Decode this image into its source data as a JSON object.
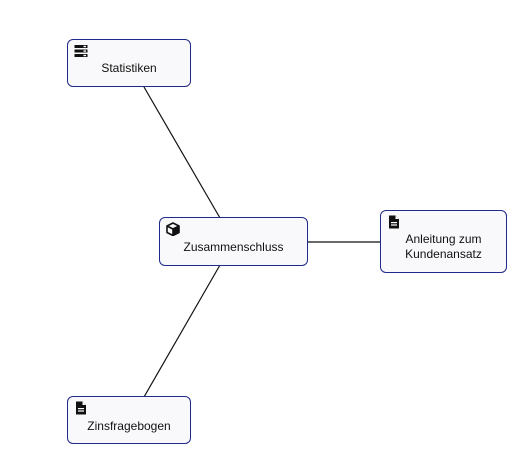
{
  "diagram": {
    "center": {
      "label": "Zusammenschluss",
      "icon": "cube-icon"
    },
    "nodes": [
      {
        "id": "statistiken",
        "label": "Statistiken",
        "icon": "server-stack-icon"
      },
      {
        "id": "anleitung",
        "label": "Anleitung zum\nKundenansatz",
        "icon": "document-icon"
      },
      {
        "id": "zinsfragebogen",
        "label": "Zinsfragebogen",
        "icon": "document-icon"
      }
    ],
    "colors": {
      "node_border": "#1f2a8a",
      "node_fill": "#f9f9fb",
      "edge": "#111111"
    }
  }
}
